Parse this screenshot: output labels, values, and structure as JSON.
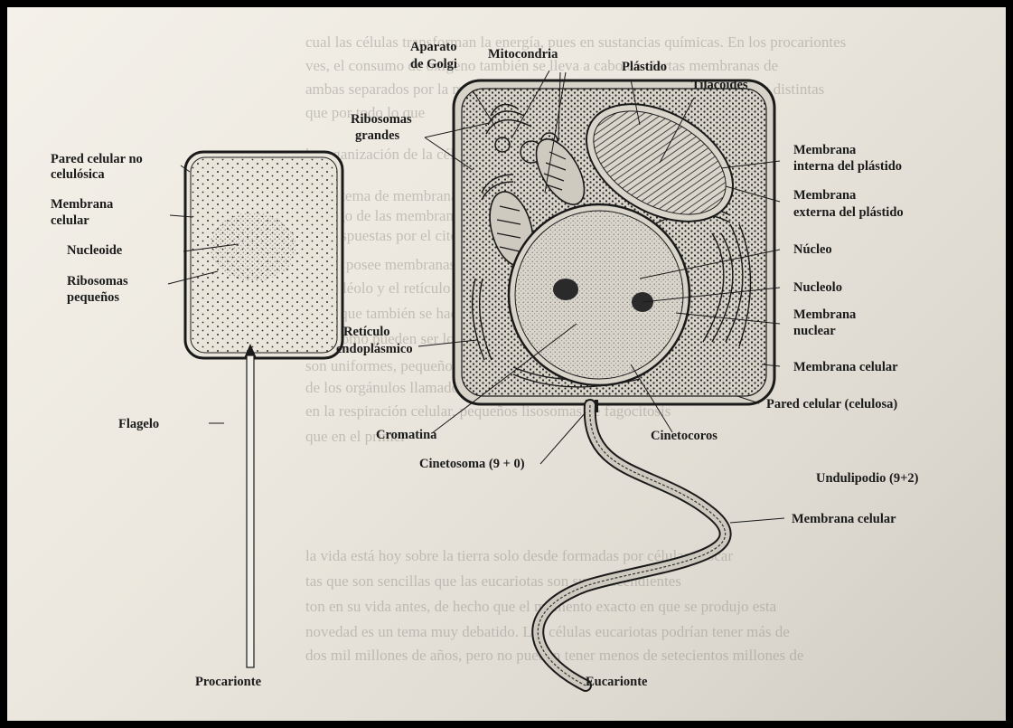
{
  "prokaryote": {
    "title": "Procarionte",
    "labels": {
      "cell_wall": [
        "Pared celular no",
        "celulósica"
      ],
      "cell_membrane": [
        "Membrana",
        "celular"
      ],
      "nucleoid": "Nucleoide",
      "small_ribosomes": [
        "Ribosomas",
        "pequeños"
      ],
      "flagellum": "Flagelo"
    }
  },
  "eukaryote": {
    "title": "Eucarionte",
    "labels": {
      "golgi": [
        "Aparato",
        "de Golgi"
      ],
      "mitochondria": "Mitocondria",
      "plastid": "Plástido",
      "thylakoids": "Tilacoides",
      "large_ribosomes": [
        "Ribosomas",
        "grandes"
      ],
      "inner_plastid_membrane": [
        "Membrana",
        "interna del plástido"
      ],
      "outer_plastid_membrane": [
        "Membrana",
        "externa del plástido"
      ],
      "nucleus": "Núcleo",
      "nucleolus": "Nucleolo",
      "nuclear_membrane": [
        "Membrana",
        "nuclear"
      ],
      "er": [
        "Retículo",
        "endoplásmico"
      ],
      "cell_membrane": "Membrana celular",
      "cell_wall": "Pared celular (celulosa)",
      "chromatin": "Cromatina",
      "kinetochores": "Cinetocoros",
      "kinetosome": "Cinetosoma (9 + 0)",
      "undulipodium": "Undulipodio  (9+2)",
      "undulipodium_membrane": "Membrana celular"
    }
  },
  "background_text": [
    "cual las células transforman la energía, pues en sustancias químicas. En los procariontes",
    "ves, el consumo de oxígeno también se lleva a cabo en ciertas membranas de",
    "ambas separados por la membrana celular, puede tener lugar en membranas distintas",
    "que por todo lo que",
    "la organización de la célula eucarionte",
    "un sistema de membranas, complejas",
    "lo largo de las membranas se asignan pequeñas",
    "cas dispuestas por el citoplasma al que se",
    "célula posee membranas en el núcleo",
    "el nucléolo y el retículo endoplásmico de la célula",
    "otros que también se hacen visibles",
    "llas, como pueden ser los plástidos y las mitocondrias",
    "son uniformes, pequeños puntos que aparecen dirigidos",
    "de los orgánulos llamados por membranas que toman parte",
    "en la respiración celular, pequeños lisosomas de fagocitosis",
    "que en el primer",
    "la vida está hoy sobre la tierra solo desde formadas por células procar",
    "tas que son sencillas que las eucariotas son sus descendientes",
    "ton en su vida antes, de hecho que el momento exacto en que se produjo esta",
    "novedad es un tema muy debatido. Las células eucariotas podrían tener más de",
    "dos mil millones de años, pero no pueden tener menos de setecientos millones de"
  ]
}
